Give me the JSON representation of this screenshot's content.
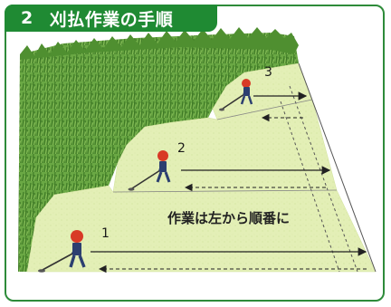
{
  "title": {
    "number": "2",
    "text": "刈払作業の手順"
  },
  "steps": [
    {
      "label": "1"
    },
    {
      "label": "2"
    },
    {
      "label": "3"
    }
  ],
  "caption": "作業は左から順番に",
  "colors": {
    "frame_green": "#2e8b3a",
    "tab_green": "#1f8a33",
    "mowed_field": "#e2efb4",
    "tall_grass": "#5f9c3c",
    "worker_helmet": "#d83a26",
    "worker_body": "#2c3f70"
  }
}
